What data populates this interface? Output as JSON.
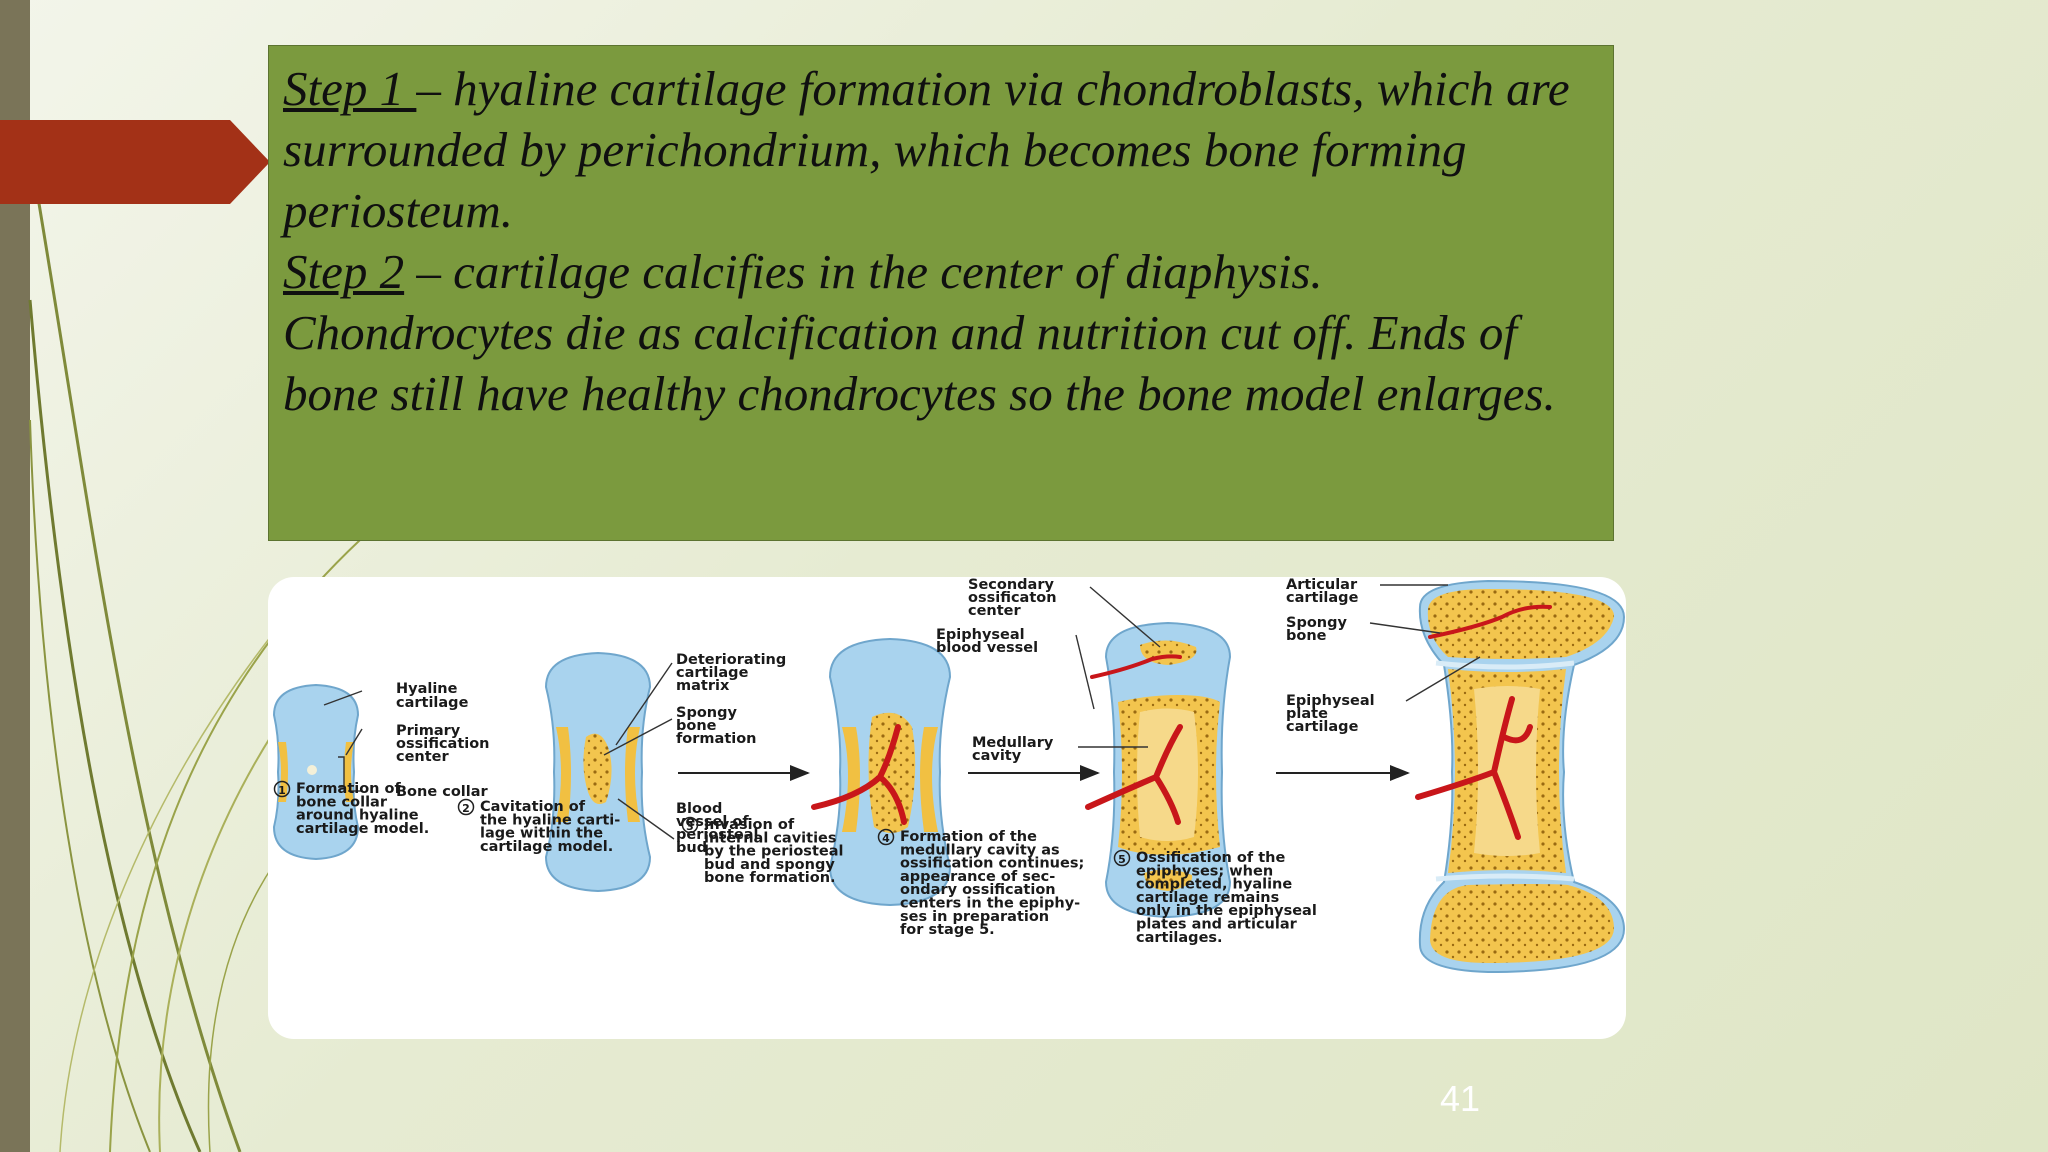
{
  "slide": {
    "page_number": "41",
    "colors": {
      "text_box_bg": "#7b9a3e",
      "accent_arrow": "#a33117",
      "left_bar": "#7a7458"
    }
  },
  "text_box": {
    "step1_label": "Step 1 ",
    "step1_text": "– hyaline cartilage formation via chondroblasts, which are surrounded by perichondrium, which becomes bone forming periosteum.",
    "step2_label": "Step 2",
    "step2_text": " – cartilage calcifies in the center of diaphysis. Chondrocytes die as calcification and nutrition cut off. Ends of bone still have healthy chondrocytes so the bone model enlarges."
  },
  "diagram": {
    "labels": {
      "hyaline_cartilage": [
        "Hyaline",
        "cartilage"
      ],
      "primary_ossification_center": [
        "Primary",
        "ossification",
        "center"
      ],
      "bone_collar": [
        "Bone collar"
      ],
      "deteriorating_cartilage_matrix": [
        "Deteriorating",
        "cartilage",
        "matrix"
      ],
      "spongy_bone_formation": [
        "Spongy",
        "bone",
        "formation"
      ],
      "blood_vessel_periosteal_bud": [
        "Blood",
        "vessel of",
        "periosteal",
        "bud"
      ],
      "secondary_ossification_center": [
        "Secondary",
        "ossificaton",
        "center"
      ],
      "epiphyseal_blood_vessel": [
        "Epiphyseal",
        "blood vessel"
      ],
      "medullary_cavity": [
        "Medullary",
        "cavity"
      ],
      "articular_cartilage": [
        "Articular",
        "cartilage"
      ],
      "spongy_bone": [
        "Spongy",
        "bone"
      ],
      "epiphyseal_plate_cartilage": [
        "Epiphyseal",
        "plate",
        "cartilage"
      ]
    },
    "stages": [
      {
        "number": "1",
        "caption": [
          "Formation of",
          "bone collar",
          "around hyaline",
          "cartilage model."
        ]
      },
      {
        "number": "2",
        "caption": [
          "Cavitation of",
          "the hyaline carti-",
          "lage within the",
          "cartilage model."
        ]
      },
      {
        "number": "3",
        "caption": [
          "Invasion of",
          "internal cavities",
          "by the periosteal",
          "bud and spongy",
          "bone formation."
        ]
      },
      {
        "number": "4",
        "caption": [
          "Formation of the",
          "medullary cavity as",
          "ossification continues;",
          "appearance of sec-",
          "ondary ossification",
          "centers in the epiphy-",
          "ses in preparation",
          "for stage 5."
        ]
      },
      {
        "number": "5",
        "caption": [
          "Ossification of the",
          "epiphyses; when",
          "completed, hyaline",
          "cartilage remains",
          "only in the epiphyseal",
          "plates and articular",
          "cartilages."
        ]
      }
    ]
  }
}
